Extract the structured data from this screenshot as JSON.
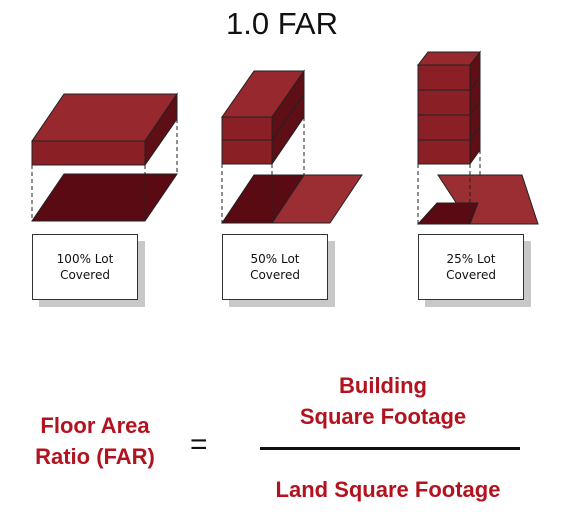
{
  "title": "1.0 FAR",
  "colors": {
    "block_face": "#96282e",
    "block_front": "#8a2026",
    "block_side": "#5e0e15",
    "lot_covered": "#5a0a12",
    "lot_open": "#9b2e33",
    "formula_text": "#b3121f"
  },
  "examples": [
    {
      "caption_line1": "100% Lot",
      "caption_line2": "Covered",
      "lot_coverage_pct": 100,
      "floors": 1
    },
    {
      "caption_line1": "50% Lot",
      "caption_line2": "Covered",
      "lot_coverage_pct": 50,
      "floors": 2
    },
    {
      "caption_line1": "25% Lot",
      "caption_line2": "Covered",
      "lot_coverage_pct": 25,
      "floors": 4
    }
  ],
  "formula": {
    "left_line1": "Floor Area",
    "left_line2": "Ratio (FAR)",
    "equals": "=",
    "numerator_line1": "Building",
    "numerator_line2": "Square Footage",
    "denominator": "Land Square Footage"
  }
}
